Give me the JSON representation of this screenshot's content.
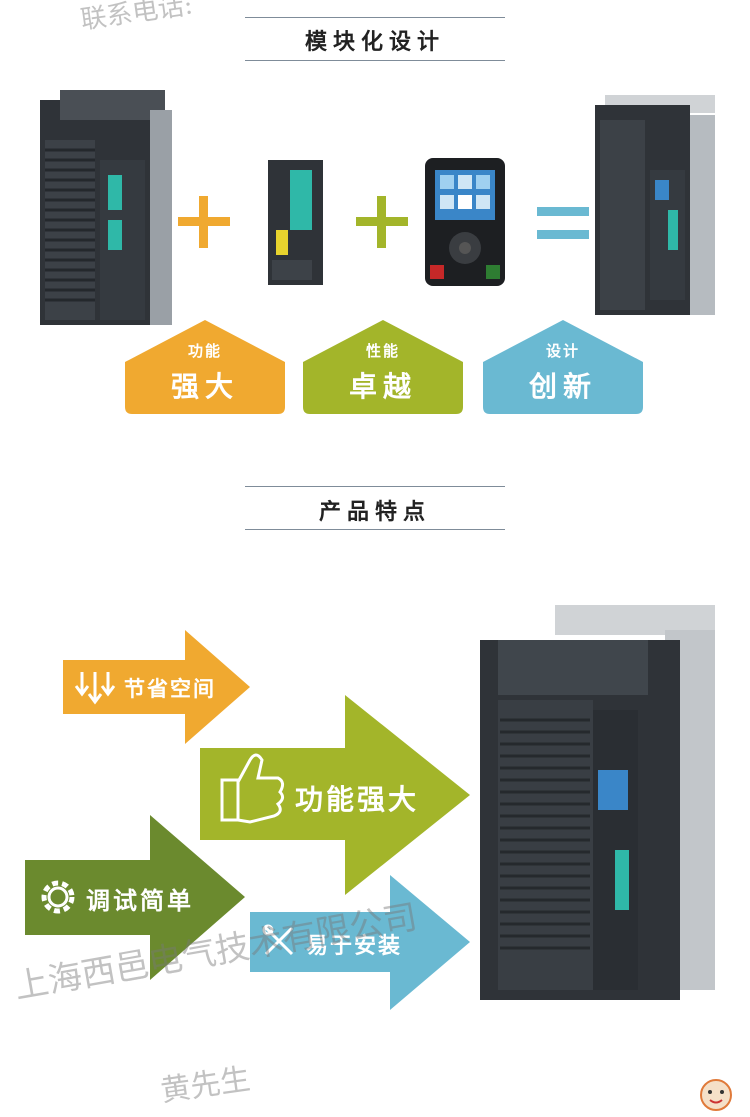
{
  "watermark_top": "联系电话:",
  "section1": {
    "title": "模块化设计"
  },
  "houses": [
    {
      "small": "功能",
      "big": "强大",
      "color": "#f0a930"
    },
    {
      "small": "性能",
      "big": "卓越",
      "color": "#a3b52a"
    },
    {
      "small": "设计",
      "big": "创新",
      "color": "#6ab9d2"
    }
  ],
  "section2": {
    "title": "产品特点"
  },
  "features": [
    {
      "label": "节省空间",
      "icon": "down-arrows-icon",
      "color": "#f0a930"
    },
    {
      "label": "功能强大",
      "icon": "thumbs-up-icon",
      "color": "#a3b52a"
    },
    {
      "label": "调试简单",
      "icon": "gear-icon",
      "color": "#6b8a2e"
    },
    {
      "label": "易于安装",
      "icon": "tools-icon",
      "color": "#6ab9d2"
    }
  ],
  "watermark_company": "上海西邑电气技术有限公司",
  "watermark_person": "黄先生",
  "colors": {
    "orange": "#f0a930",
    "lime": "#a3b52a",
    "olive": "#6b8a2e",
    "sky": "#6ab9d2",
    "device": "#3b4046"
  }
}
